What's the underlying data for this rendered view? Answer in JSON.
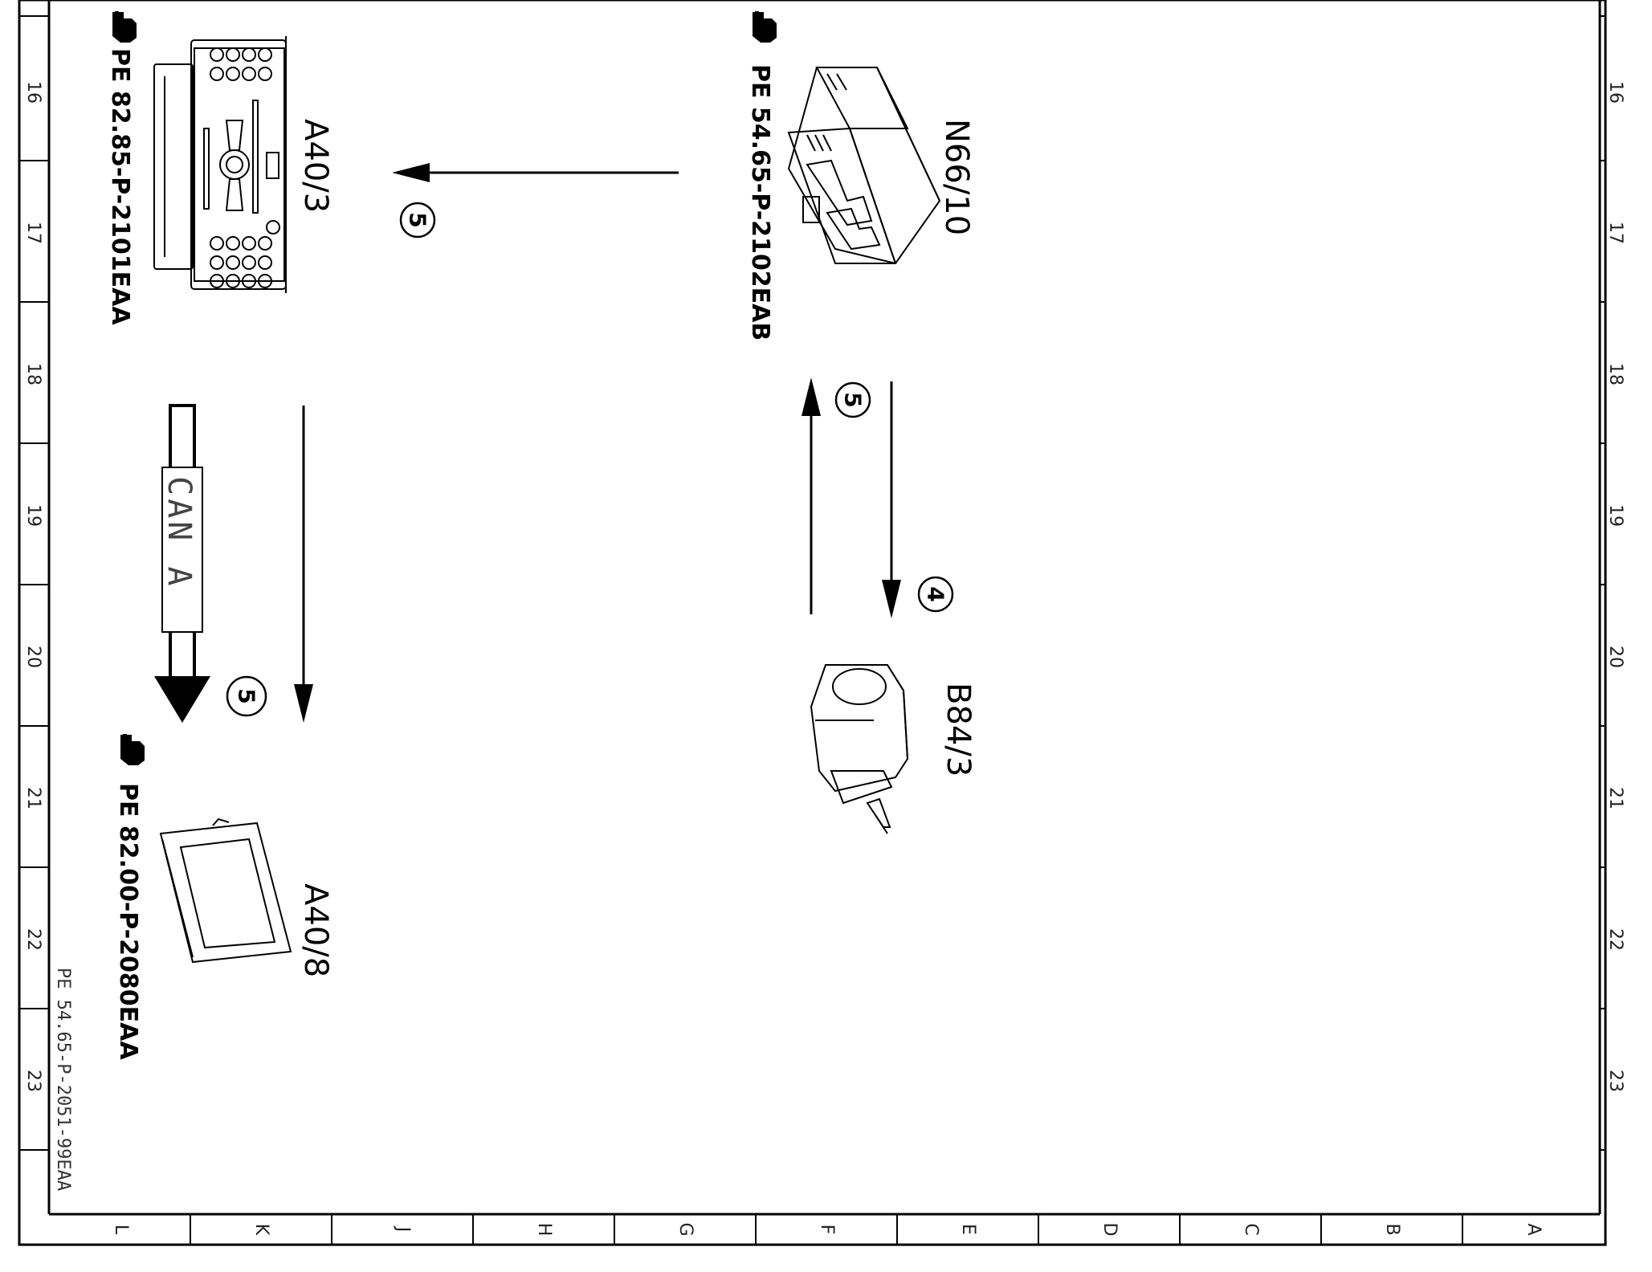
{
  "frame": {
    "row_numbers": [
      "16",
      "17",
      "18",
      "19",
      "20",
      "21",
      "22",
      "23"
    ],
    "column_letters": [
      "L",
      "K",
      "J",
      "H",
      "G",
      "F",
      "E",
      "D",
      "C",
      "B",
      "A"
    ],
    "document_number": "PE 54.65-P-2051-99EAA"
  },
  "components": [
    {
      "id": "A40/3",
      "ref": "PE 82.85-P-2101EAA",
      "icon": "audio-head-unit"
    },
    {
      "id": "N66/10",
      "ref": "PE 54.65-P-2102EAB",
      "icon": "control-unit-connector"
    },
    {
      "id": "B84/3",
      "ref": "",
      "icon": "camera-sensor"
    },
    {
      "id": "A40/8",
      "ref": "PE 82.00-P-2080EAA",
      "icon": "display-screen"
    }
  ],
  "bus": {
    "label": "CAN A"
  },
  "signals": [
    {
      "from": "N66/10",
      "to": "A40/3",
      "number": "5"
    },
    {
      "from": "B84/3",
      "to": "N66/10",
      "number": "5"
    },
    {
      "from": "N66/10",
      "to": "B84/3",
      "number": "4"
    },
    {
      "from": "A40/3",
      "to": "A40/8",
      "number": "5"
    }
  ],
  "colors": {
    "line": "#000000",
    "background": "#ffffff",
    "bus_label_bg": "#ffffff"
  }
}
